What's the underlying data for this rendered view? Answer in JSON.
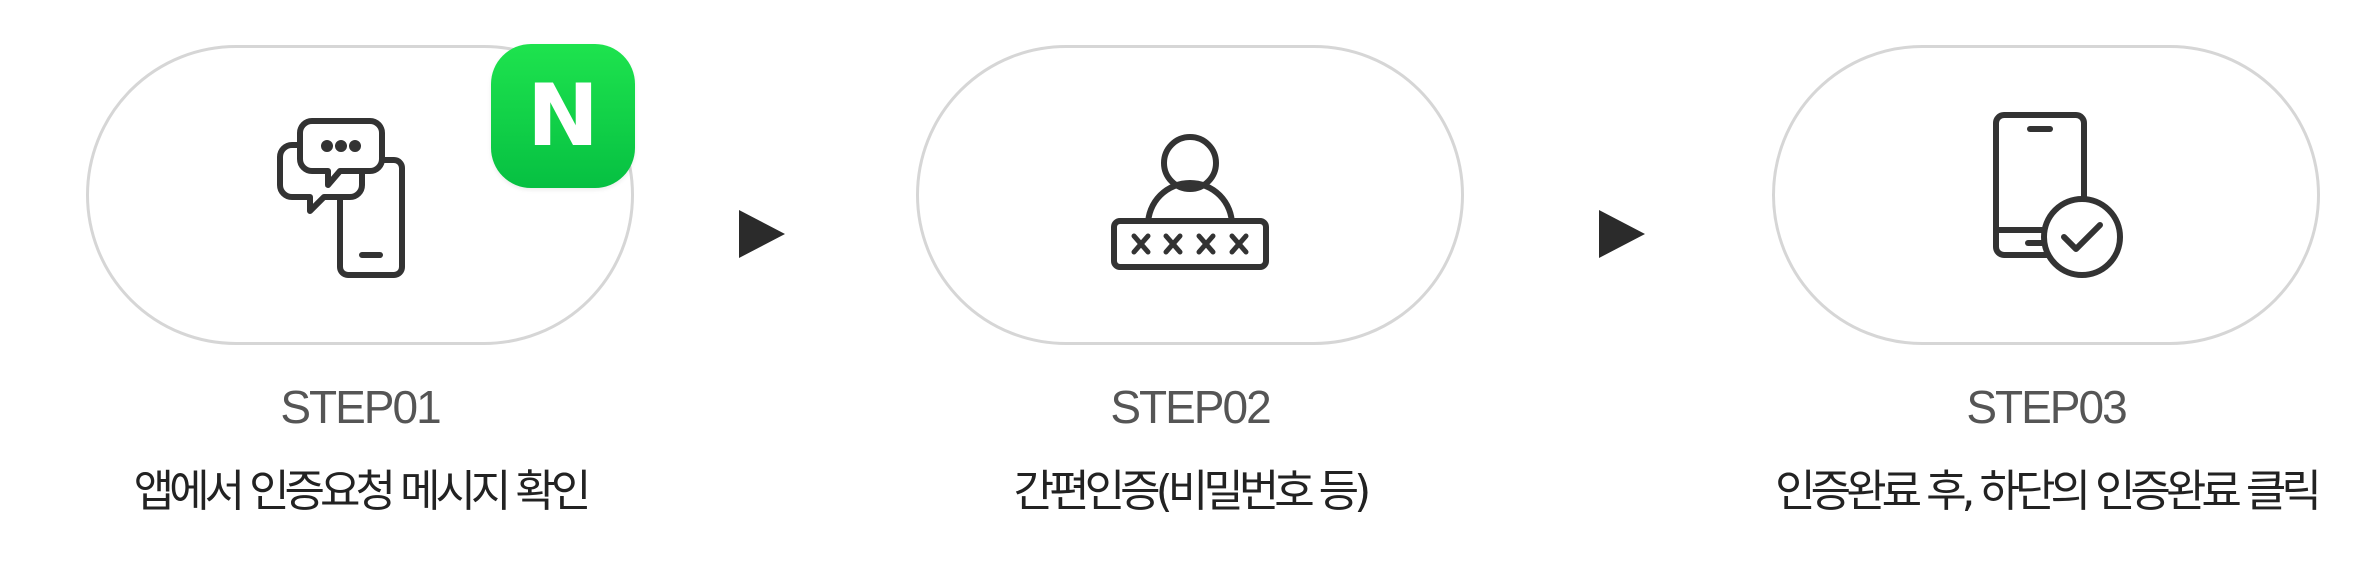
{
  "steps": [
    {
      "label": "STEP01",
      "description": "앱에서 인증요청 메시지 확인",
      "icon": "chat-phone-icon",
      "badge": {
        "text": "N",
        "icon": "naver-logo-icon",
        "color": "#0fd14c"
      }
    },
    {
      "label": "STEP02",
      "description": "간편인증(비밀번호 등)",
      "icon": "user-password-icon"
    },
    {
      "label": "STEP03",
      "description": "인증완료 후, 하단의 인증완료 클릭",
      "icon": "phone-check-icon"
    }
  ],
  "arrows": [
    {
      "icon": "arrow-right-icon"
    },
    {
      "icon": "arrow-right-icon"
    }
  ],
  "colors": {
    "pill_border": "#d6d6d6",
    "icon_stroke": "#333333",
    "step_label": "#555555",
    "description": "#222222",
    "badge": "#0fd14c"
  }
}
